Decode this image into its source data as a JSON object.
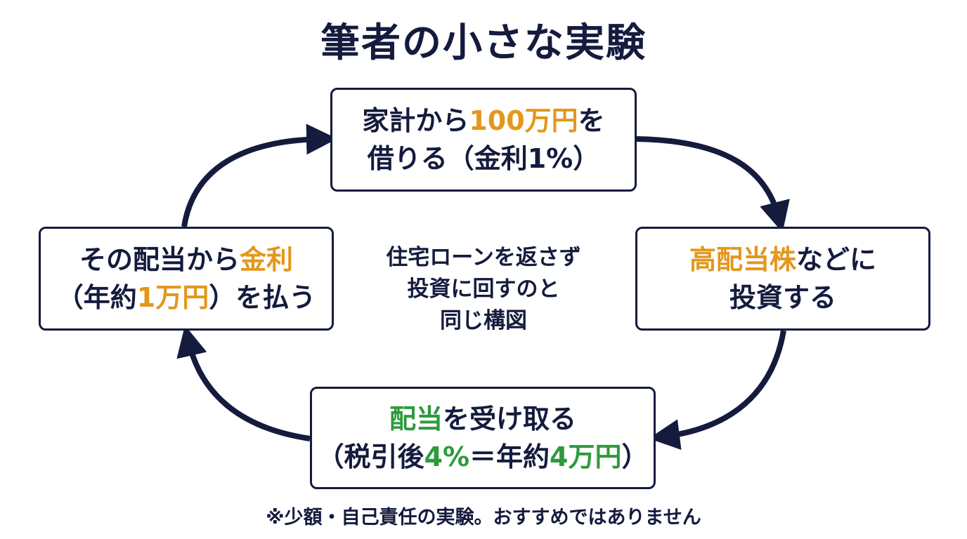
{
  "title": "筆者の小さな実験",
  "accent_colors": {
    "navy": "#141b3d",
    "orange": "#e3971c",
    "green": "#2e9a3d"
  },
  "boxes": {
    "borrow": {
      "line1_a": "家計から",
      "line1_b": "100万円",
      "line1_c": "を",
      "line2": "借りる（金利1%）"
    },
    "invest": {
      "line1_a": "高配当株",
      "line1_b": "などに",
      "line2": "投資する"
    },
    "dividend": {
      "line1_a": "配当",
      "line1_b": "を受け取る",
      "line2_a": "（税引後",
      "line2_b": "4%",
      "line2_c": "＝年約",
      "line2_d": "4万円",
      "line2_e": "）"
    },
    "interest": {
      "line1_a": "その配当から",
      "line1_b": "金利",
      "line2_a": "（年約",
      "line2_b": "1万円",
      "line2_c": "）を払う"
    }
  },
  "center": {
    "line1": "住宅ローンを返さず",
    "line2": "投資に回すのと",
    "line3": "同じ構図"
  },
  "footnote": "※少額・自己責任の実験。おすすめではありません"
}
